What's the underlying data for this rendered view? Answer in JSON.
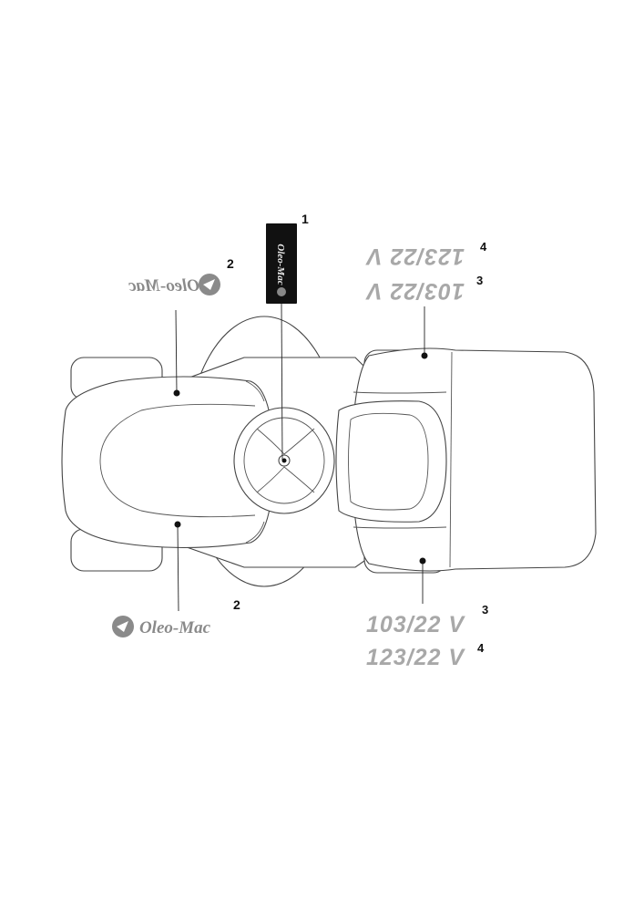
{
  "callouts": {
    "c1": "1",
    "c2_top": "2",
    "c2_bottom": "2",
    "c3_top": "3",
    "c4_top": "4",
    "c3_bottom": "3",
    "c4_bottom": "4"
  },
  "decals": {
    "logo": "Oleo-Mac",
    "model_a": "103/22 V",
    "model_b": "123/22 V"
  },
  "colors": {
    "decal_gray": "#a8a8a8",
    "outline": "#444444",
    "badge_black": "#111111"
  }
}
